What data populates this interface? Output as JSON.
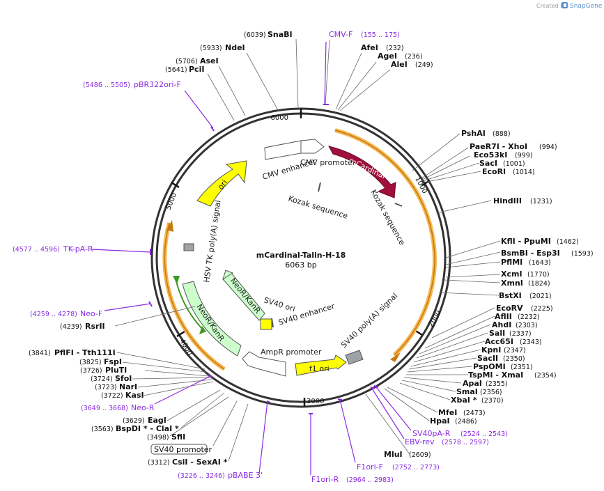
{
  "plasmid": {
    "name": "mCardinal-Talin-H-18",
    "length_label": "6063 bp",
    "length": 6063
  },
  "credit": {
    "prefix": "Created by",
    "brand": "SnapGene"
  },
  "ticks": [
    {
      "bp": 1000,
      "label": "1000"
    },
    {
      "bp": 2000,
      "label": "2000"
    },
    {
      "bp": 3000,
      "label": "3000"
    },
    {
      "bp": 4000,
      "label": "4000"
    },
    {
      "bp": 5000,
      "label": "5000"
    },
    {
      "bp": 6000,
      "label": "6000"
    }
  ],
  "features": [
    {
      "name": "CMV enhancer",
      "label": "CMV enhancer",
      "color": "#ffffff"
    },
    {
      "name": "CMV promoter",
      "label": "CMV promoter",
      "color": "#ffffff"
    },
    {
      "name": "mCardinal",
      "label": "mCardinal",
      "color": "#a0103a"
    },
    {
      "name": "Kozak sequence",
      "label": "Kozak sequence",
      "color": "#7a7a7a"
    },
    {
      "name": "Kozak sequence 2",
      "label": "Kozak sequence",
      "color": "#7a7a7a"
    },
    {
      "name": "SV40 poly(A) signal",
      "label": "SV40 poly(A) signal",
      "color": "#9a9a9a"
    },
    {
      "name": "f1 ori",
      "label": "f1 ori",
      "color": "#ffff00"
    },
    {
      "name": "AmpR promoter",
      "label": "AmpR promoter",
      "color": "#ffffff"
    },
    {
      "name": "SV40 enhancer",
      "label": "SV40 enhancer",
      "color": "#ffffff"
    },
    {
      "name": "SV40 ori",
      "label": "SV40 ori",
      "color": "#ffff00"
    },
    {
      "name": "NeoR/KanR inner",
      "label": "NeoR/KanR",
      "color": "#ccffcc"
    },
    {
      "name": "NeoR/KanR outer",
      "label": "NeoR/KanR",
      "color": "#ccffcc"
    },
    {
      "name": "HSV TK poly(A) signal",
      "label": "HSV TK poly(A) signal",
      "color": "#9a9a9a"
    },
    {
      "name": "ori",
      "label": "ori",
      "color": "#ffff00"
    }
  ],
  "sites_right": [
    {
      "name": "PshAI",
      "pos": "(888)"
    },
    {
      "name": "PaeR7I  - XhoI",
      "pos": "(994)"
    },
    {
      "name": "Eco53kI",
      "pos": "(999)"
    },
    {
      "name": "SacI",
      "pos": "(1001)"
    },
    {
      "name": "EcoRI",
      "pos": "(1014)"
    },
    {
      "name": "HindIII",
      "pos": "(1231)"
    },
    {
      "name": "KflI  - PpuMI",
      "pos": "(1462)"
    },
    {
      "name": "BsmBI  - Esp3I",
      "pos": "(1593)"
    },
    {
      "name": "PflMI",
      "pos": "(1643)"
    },
    {
      "name": "XcmI",
      "pos": "(1770)"
    },
    {
      "name": "XmnI",
      "pos": "(1824)"
    },
    {
      "name": "BstXI",
      "pos": "(2021)"
    },
    {
      "name": "EcoRV",
      "pos": "(2225)"
    },
    {
      "name": "AflII",
      "pos": "(2232)"
    },
    {
      "name": "AhdI",
      "pos": "(2303)"
    },
    {
      "name": "SalI",
      "pos": "(2337)"
    },
    {
      "name": "Acc65I",
      "pos": "(2343)"
    },
    {
      "name": "KpnI",
      "pos": "(2347)"
    },
    {
      "name": "SacII",
      "pos": "(2350)"
    },
    {
      "name": "PspOMI",
      "pos": "(2351)"
    },
    {
      "name": "TspMI  - XmaI",
      "pos": "(2354)"
    },
    {
      "name": "ApaI",
      "pos": "(2355)"
    },
    {
      "name": "SmaI",
      "pos": "(2356)"
    },
    {
      "name": "XbaI *",
      "pos": "(2370)"
    },
    {
      "name": "MfeI",
      "pos": "(2473)"
    },
    {
      "name": "HpaI",
      "pos": "(2486)"
    },
    {
      "name": "MluI",
      "pos": "(2609)"
    }
  ],
  "sites_top": [
    {
      "name": "AfeI",
      "pos": "(232)"
    },
    {
      "name": "AgeI",
      "pos": "(236)"
    },
    {
      "name": "AleI",
      "pos": "(249)"
    }
  ],
  "sites_left": [
    {
      "name": "SnaBI",
      "pos": "(6039)"
    },
    {
      "name": "NdeI",
      "pos": "(5933)"
    },
    {
      "name": "AseI",
      "pos": "(5706)"
    },
    {
      "name": "PciI",
      "pos": "(5641)"
    },
    {
      "name": "RsrII",
      "pos": "(4239)"
    },
    {
      "name": "PflFI  - Tth111I",
      "pos": "(3841)"
    },
    {
      "name": "FspI",
      "pos": "(3825)"
    },
    {
      "name": "PluTI",
      "pos": "(3726)"
    },
    {
      "name": "SfoI",
      "pos": "(3724)"
    },
    {
      "name": "NarI",
      "pos": "(3723)"
    },
    {
      "name": "KasI",
      "pos": "(3722)"
    },
    {
      "name": "EagI",
      "pos": "(3629)"
    },
    {
      "name": "BspDI *  - ClaI *",
      "pos": "(3563)"
    },
    {
      "name": "SfiI",
      "pos": "(3498)"
    },
    {
      "name": "CsiI  - SexAI *",
      "pos": "(3312)"
    }
  ],
  "primers": [
    {
      "name": "CMV-F",
      "range": "(155 .. 175)"
    },
    {
      "name": "pBR322ori-F",
      "range": "(5486 .. 5505)"
    },
    {
      "name": "TK-pA-R",
      "range": "(4577 .. 4596)"
    },
    {
      "name": "Neo-F",
      "range": "(4259 .. 4278)"
    },
    {
      "name": "Neo-R",
      "range": "(3649 .. 3668)"
    },
    {
      "name": "pBABE 3'",
      "range": "(3226 .. 3246)"
    },
    {
      "name": "F1ori-R",
      "range": "(2964 .. 2983)"
    },
    {
      "name": "F1ori-F",
      "range": "(2752 .. 2773)"
    },
    {
      "name": "EBV-rev",
      "range": "(2578 .. 2597)"
    },
    {
      "name": "SV40pA-R",
      "range": "(2524 .. 2543)"
    }
  ],
  "boxed_feature": {
    "label": "SV40 promoter"
  }
}
